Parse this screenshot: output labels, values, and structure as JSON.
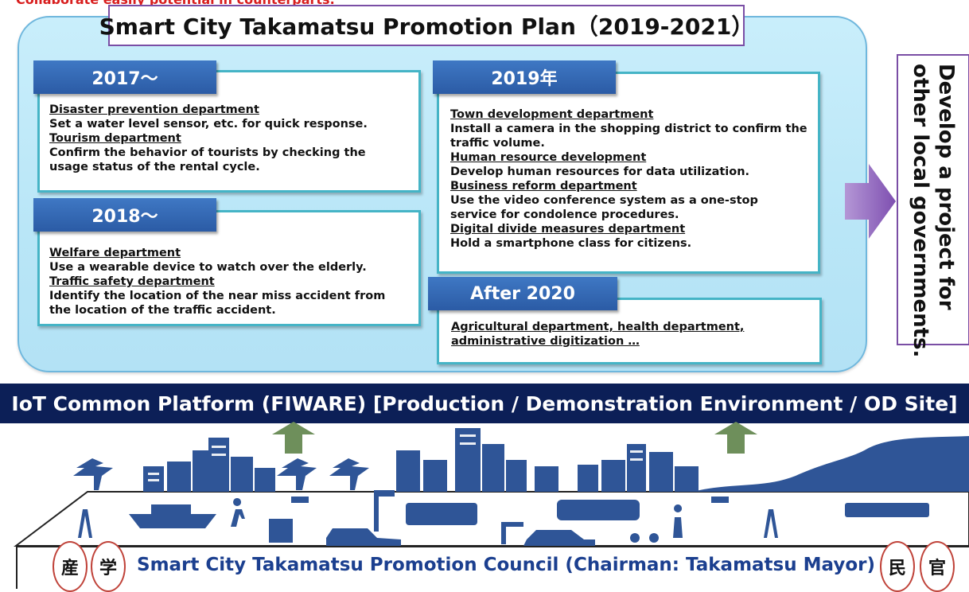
{
  "header_cut_text": "Collaborate easily potential in counterparts.",
  "plan": {
    "title": "Smart City Takamatsu Promotion Plan（2019-2021）",
    "phases": [
      {
        "label": "2017～",
        "items": [
          {
            "dept": "Disaster prevention department",
            "desc": "Set a water level sensor, etc. for quick response."
          },
          {
            "dept": "Tourism department",
            "desc": "Confirm the behavior of tourists by checking the usage status of the rental cycle."
          }
        ]
      },
      {
        "label": "2018～",
        "items": [
          {
            "dept": "Welfare department",
            "desc": "Use a wearable device to watch over the elderly."
          },
          {
            "dept": "Traffic safety department",
            "desc": "Identify the location of the near miss accident from the location of the traffic accident."
          }
        ]
      },
      {
        "label": "2019年",
        "items": [
          {
            "dept": "Town development department",
            "desc": "Install a camera in the shopping district to confirm the traffic volume."
          },
          {
            "dept": "Human resource development",
            "desc": "Develop human resources for data utilization."
          },
          {
            "dept": "Business reform department",
            "desc": "Use the video conference system as a one-stop service for condolence procedures."
          },
          {
            "dept": "Digital divide measures department",
            "desc": "Hold a smartphone class for citizens."
          }
        ]
      },
      {
        "label": "After 2020",
        "items": [
          {
            "dept": "Agricultural department, health department, administrative digitization …",
            "desc": ""
          }
        ]
      }
    ]
  },
  "side": {
    "line1": "Develop a project for",
    "line2": "other local governments."
  },
  "platform": {
    "label": "IoT Common Platform (FIWARE) [Production / Demonstration Environment / OD Site]"
  },
  "council": {
    "label": "Smart City Takamatsu Promotion Council (Chairman: Takamatsu Mayor)",
    "badges": [
      "産",
      "学",
      "民",
      "官"
    ]
  },
  "colors": {
    "panel_bg": "#c9eefb",
    "tag_blue": "#2b5ba5",
    "box_border": "#45b4c6",
    "platform_bg": "#0c1f57",
    "council_text": "#1b3f8f",
    "arrow_purple": "#8a5bb8",
    "arrow_green": "#6e8f5b",
    "city_blue": "#2f5597"
  },
  "icons": [
    "pine-tree-icon",
    "building-icon",
    "cell-tower-icon",
    "ship-icon",
    "elderly-person-icon",
    "surveillance-camera-icon",
    "traffic-signal-icon",
    "truck-icon",
    "car-icon",
    "bus-icon",
    "bicycle-icon",
    "person-icon",
    "train-icon",
    "mountain-icon"
  ]
}
